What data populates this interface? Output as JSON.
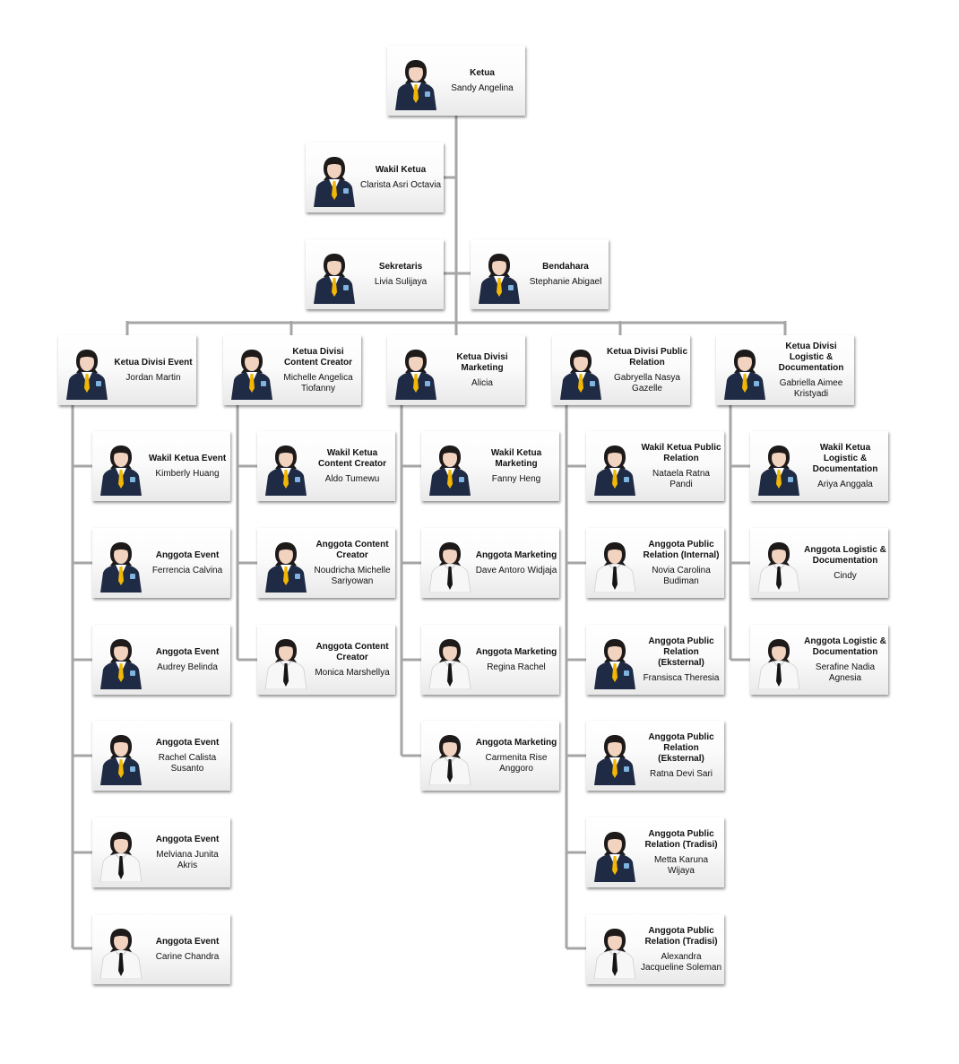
{
  "members": [
    {
      "id": "ketua",
      "role": "Ketua",
      "name": "Sandy Angelina",
      "attire": "blazer"
    },
    {
      "id": "wakil-ketua",
      "role": "Wakil Ketua",
      "name": "Clarista Asri Octavia",
      "attire": "blazer"
    },
    {
      "id": "sekretaris",
      "role": "Sekretaris",
      "name": "Livia Sulijaya",
      "attire": "blazer"
    },
    {
      "id": "bendahara",
      "role": "Bendahara",
      "name": "Stephanie Abigael",
      "attire": "blazer"
    },
    {
      "id": "ketua-divisi-event",
      "role": "Ketua Divisi Event",
      "name": "Jordan Martin",
      "attire": "blazer"
    },
    {
      "id": "ketua-divisi-content-creator",
      "role": "Ketua Divisi Content Creator",
      "name": "Michelle Angelica Tiofanny",
      "attire": "blazer"
    },
    {
      "id": "ketua-divisi-marketing",
      "role": "Ketua Divisi Marketing",
      "name": "Alicia",
      "attire": "blazer"
    },
    {
      "id": "ketua-divisi-public-relation",
      "role": "Ketua Divisi Public Relation",
      "name": "Gabryella Nasya Gazelle",
      "attire": "blazer"
    },
    {
      "id": "ketua-divisi-logistic",
      "role": "Ketua Divisi Logistic & Documentation",
      "name": "Gabriella Aimee Kristyadi",
      "attire": "blazer"
    },
    {
      "id": "wakil-ketua-event",
      "role": "Wakil Ketua Event",
      "name": "Kimberly Huang",
      "attire": "blazer"
    },
    {
      "id": "anggota-event-1",
      "role": "Anggota Event",
      "name": "Ferrencia Calvina",
      "attire": "blazer"
    },
    {
      "id": "anggota-event-2",
      "role": "Anggota Event",
      "name": "Audrey Belinda",
      "attire": "blazer"
    },
    {
      "id": "anggota-event-3",
      "role": "Anggota Event",
      "name": "Rachel Calista Susanto",
      "attire": "blazer"
    },
    {
      "id": "anggota-event-4",
      "role": "Anggota Event",
      "name": "Melviana Junita Akris",
      "attire": "shirt"
    },
    {
      "id": "anggota-event-5",
      "role": "Anggota Event",
      "name": "Carine Chandra",
      "attire": "shirt"
    },
    {
      "id": "wakil-ketua-content-creator",
      "role": "Wakil Ketua Content Creator",
      "name": "Aldo Tumewu",
      "attire": "blazer"
    },
    {
      "id": "anggota-content-creator-1",
      "role": "Anggota Content Creator",
      "name": "Noudricha Michelle Sariyowan",
      "attire": "blazer"
    },
    {
      "id": "anggota-content-creator-2",
      "role": "Anggota Content Creator",
      "name": "Monica Marshellya",
      "attire": "shirt"
    },
    {
      "id": "wakil-ketua-marketing",
      "role": "Wakil Ketua Marketing",
      "name": "Fanny Heng",
      "attire": "blazer"
    },
    {
      "id": "anggota-marketing-1",
      "role": "Anggota Marketing",
      "name": "Dave Antoro Widjaja",
      "attire": "shirt"
    },
    {
      "id": "anggota-marketing-2",
      "role": "Anggota Marketing",
      "name": "Regina Rachel",
      "attire": "shirt"
    },
    {
      "id": "anggota-marketing-3",
      "role": "Anggota Marketing",
      "name": "Carmenita Rise Anggoro",
      "attire": "shirt"
    },
    {
      "id": "wakil-ketua-public-relation",
      "role": "Wakil Ketua Public Relation",
      "name": "Nataela Ratna Pandi",
      "attire": "blazer"
    },
    {
      "id": "anggota-pr-internal",
      "role": "Anggota Public Relation (Internal)",
      "name": "Novia Carolina Budiman",
      "attire": "shirt"
    },
    {
      "id": "anggota-pr-eksternal-1",
      "role": "Anggota Public Relation (Eksternal)",
      "name": "Fransisca Theresia",
      "attire": "blazer"
    },
    {
      "id": "anggota-pr-eksternal-2",
      "role": "Anggota Public Relation (Eksternal)",
      "name": "Ratna Devi Sari",
      "attire": "blazer"
    },
    {
      "id": "anggota-pr-tradisi-1",
      "role": "Anggota Public Relation (Tradisi)",
      "name": "Metta Karuna Wijaya",
      "attire": "blazer"
    },
    {
      "id": "anggota-pr-tradisi-2",
      "role": "Anggota Public Relation (Tradisi)",
      "name": "Alexandra Jacqueline Soleman",
      "attire": "shirt"
    },
    {
      "id": "wakil-ketua-logistic",
      "role": "Wakil Ketua Logistic & Documentation",
      "name": "Ariya Anggala",
      "attire": "blazer"
    },
    {
      "id": "anggota-logistic-1",
      "role": "Anggota Logistic & Documentation",
      "name": "Cindy",
      "attire": "shirt"
    },
    {
      "id": "anggota-logistic-2",
      "role": "Anggota Logistic & Documentation",
      "name": "Serafine Nadia Agnesia",
      "attire": "shirt"
    }
  ]
}
